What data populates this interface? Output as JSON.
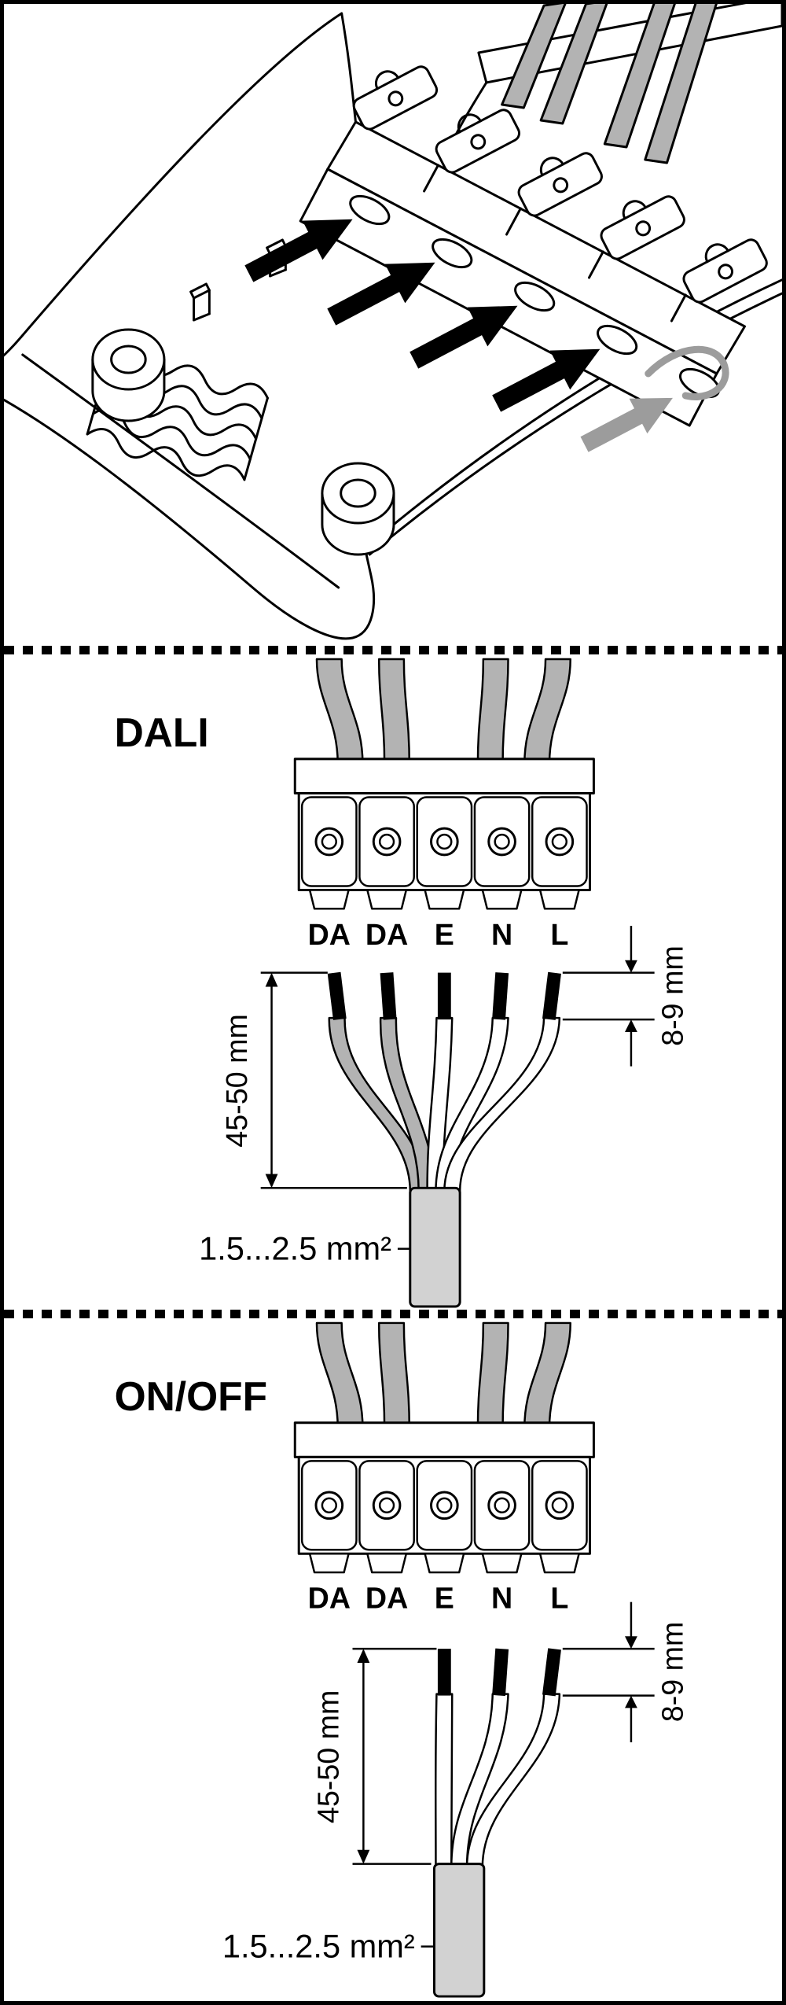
{
  "colors": {
    "outline": "#000000",
    "wire_gray": "#b3b3b3",
    "cable_gray": "#d2d2d2",
    "hint_gray": "#9c9c9c",
    "tip_black": "#000000",
    "background": "#ffffff"
  },
  "top_panel": {
    "insert_arrow_count": 4
  },
  "sections": {
    "dali": {
      "label": "DALI",
      "terminals": [
        "DA",
        "DA",
        "E",
        "N",
        "L"
      ],
      "wire_count": 5,
      "dims": {
        "strip_length": "8-9 mm",
        "sheath_strip_length": "45-50 mm",
        "conductor_size": "1.5...2.5 mm²"
      }
    },
    "onoff": {
      "label": "ON/OFF",
      "terminals": [
        "DA",
        "DA",
        "E",
        "N",
        "L"
      ],
      "wire_count": 3,
      "dims": {
        "strip_length": "8-9 mm",
        "sheath_strip_length": "45-50 mm",
        "conductor_size": "1.5...2.5 mm²"
      }
    }
  }
}
